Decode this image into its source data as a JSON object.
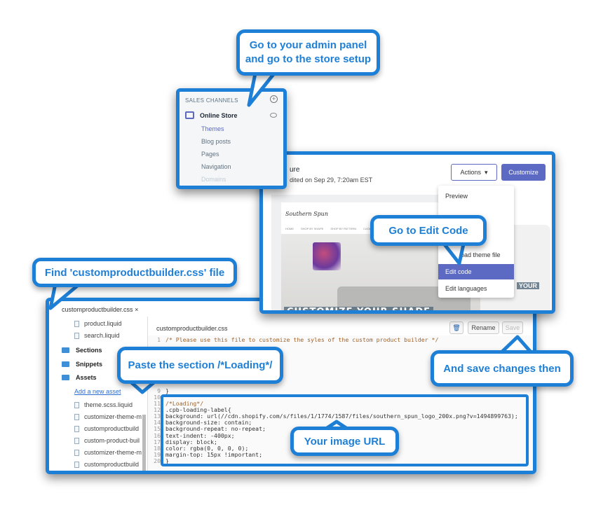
{
  "callouts": {
    "admin": "Go to your admin panel and go to the store setup",
    "find_file": "Find 'customproductbuilder.css' file",
    "edit_code": "Go to Edit Code",
    "paste": "Paste the section /*Loading*/",
    "save": "And save changes then",
    "image_url": "Your image URL"
  },
  "colors": {
    "callout_blue": "#1e7fd6",
    "shopify_purple": "#5c6ac4"
  },
  "sales_channels": {
    "heading": "SALES CHANNELS",
    "add_icon": "plus-circle-icon",
    "store": "Online Store",
    "items": [
      "Themes",
      "Blog posts",
      "Pages",
      "Navigation",
      "Domains"
    ]
  },
  "theme": {
    "title": "ure",
    "subtitle": "dited on Sep 29, 7:20am EST",
    "actions": "Actions",
    "customize": "Customize",
    "logo": "Southern Spun",
    "nav": [
      "HOME",
      "SHOP BY SHAPE",
      "SHOP BY PATTERN",
      "CATA"
    ],
    "banner": "CUSTOMIZE YOUR SHADE",
    "mobile_banner": "YOUR",
    "menu": [
      "Preview",
      "oad theme file",
      "Edit code",
      "Edit languages"
    ]
  },
  "editor": {
    "tab": "customproductbuilder.css",
    "files_top": [
      "product.liquid",
      "search.liquid"
    ],
    "folders": [
      "Sections",
      "Snippets",
      "Assets"
    ],
    "add_asset": "Add a new asset",
    "assets": [
      "theme.scss.liquid",
      "customizer-theme-m",
      "customproductbuild",
      "custom-product-buil",
      "customizer-theme-m",
      "customproductbuild"
    ],
    "filename": "customproductbuilder.css",
    "rename": "Rename",
    "save": "Save",
    "code": [
      {
        "n": "1",
        "t": "/* Please use this file to customize the syles of the custom product builder */"
      },
      {
        "n": "9",
        "t": "}"
      },
      {
        "n": "10",
        "t": ""
      },
      {
        "n": "11",
        "t": "/*Loading*/"
      },
      {
        "n": "12",
        "t": ".cpb-loading-label{"
      },
      {
        "n": "13",
        "t": "background: url(//cdn.shopify.com/s/files/1/1774/1587/files/southern_spun_logo_200x.png?v=1494899763);"
      },
      {
        "n": "14",
        "t": "background-size: contain;"
      },
      {
        "n": "15",
        "t": "background-repeat: no-repeat;"
      },
      {
        "n": "16",
        "t": "text-indent: -400px;"
      },
      {
        "n": "17",
        "t": "display: block;"
      },
      {
        "n": "18",
        "t": "color: rgba(0, 0, 0, 0);"
      },
      {
        "n": "19",
        "t": "margin-top: 15px !important;"
      },
      {
        "n": "20",
        "t": "}"
      }
    ]
  }
}
